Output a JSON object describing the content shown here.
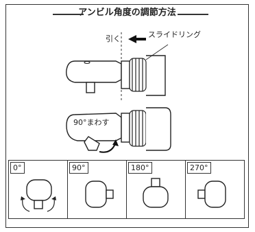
{
  "title": "アンビル角度の調節方法",
  "pull_label": "引く",
  "slide_ring_label": "スライドリング",
  "rotate_label": "90°まわす",
  "panels": [
    {
      "angle": "0°"
    },
    {
      "angle": "90°"
    },
    {
      "angle": "180°"
    },
    {
      "angle": "270°"
    }
  ]
}
